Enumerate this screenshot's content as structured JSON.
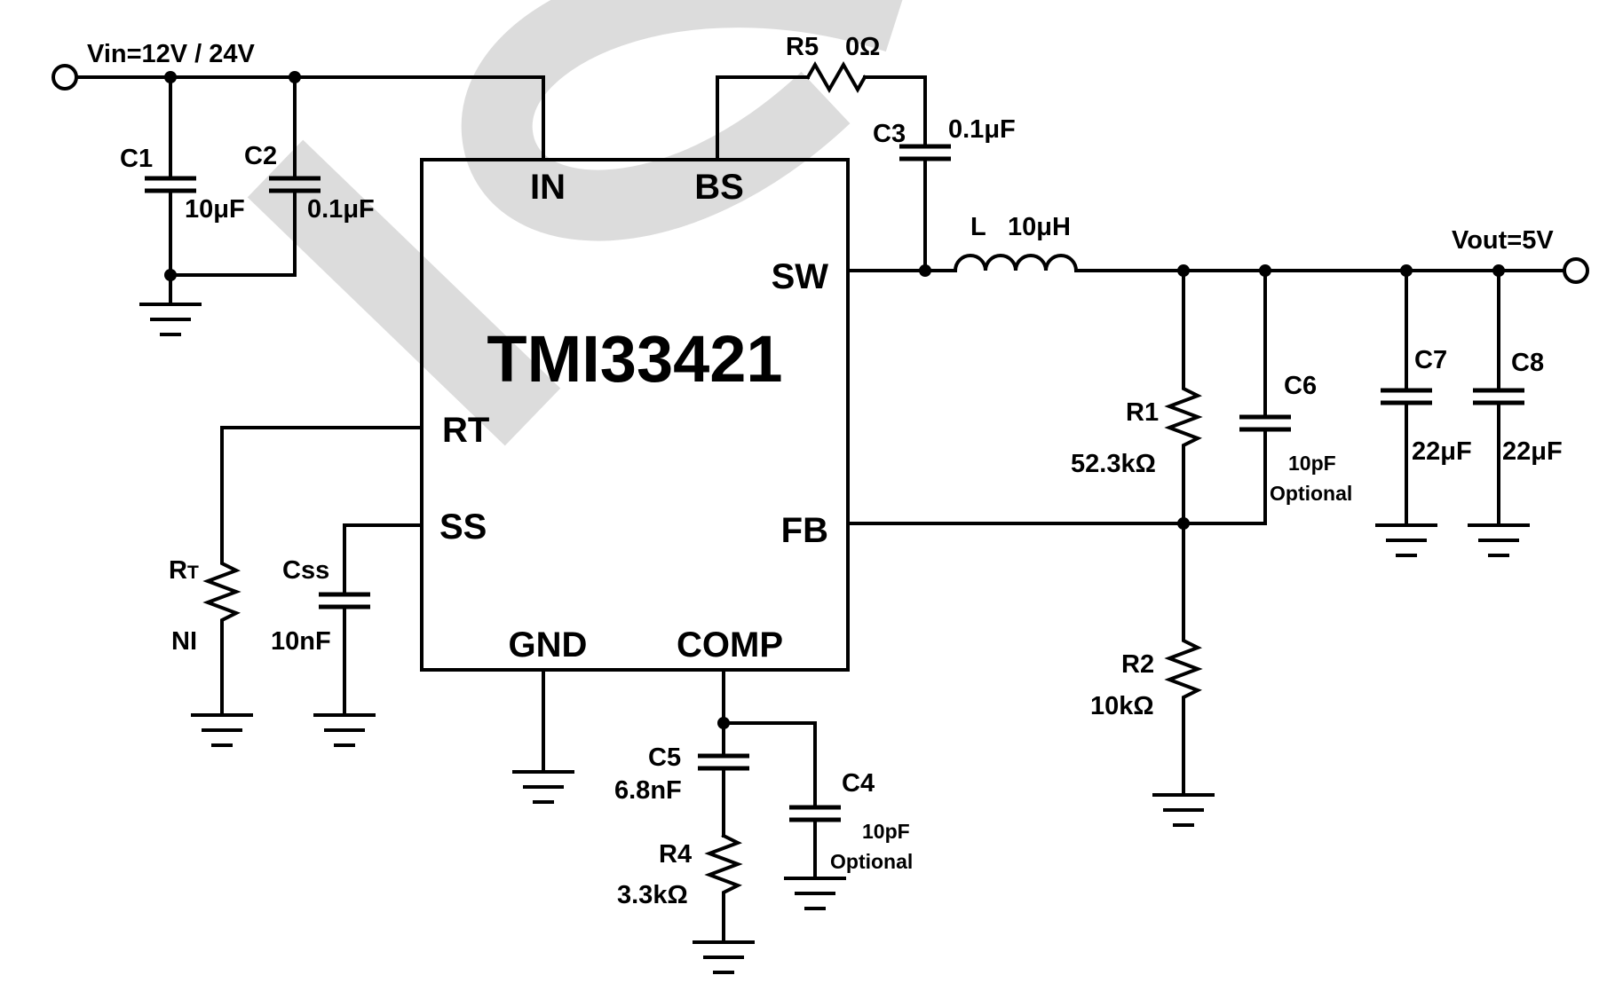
{
  "chip": {
    "name": "TMI33421",
    "pins": {
      "in": "IN",
      "bs": "BS",
      "sw": "SW",
      "rt": "RT",
      "ss": "SS",
      "fb": "FB",
      "gnd": "GND",
      "comp": "COMP"
    }
  },
  "nets": {
    "vin": "Vin=12V / 24V",
    "vout": "Vout=5V"
  },
  "components": {
    "c1": {
      "ref": "C1",
      "value": "10μF"
    },
    "c2": {
      "ref": "C2",
      "value": "0.1μF"
    },
    "r5": {
      "ref": "R5",
      "value": "0Ω"
    },
    "c3": {
      "ref": "C3",
      "value": "0.1μF"
    },
    "l": {
      "ref": "L",
      "value": "10μH"
    },
    "r1": {
      "ref": "R1",
      "value": "52.3kΩ"
    },
    "c6": {
      "ref": "C6",
      "value": "10pF",
      "note": "Optional"
    },
    "c7": {
      "ref": "C7",
      "value": "22μF"
    },
    "c8": {
      "ref": "C8",
      "value": "22μF"
    },
    "r2": {
      "ref": "R2",
      "value": "10kΩ"
    },
    "rt": {
      "ref_main": "R",
      "ref_sub": "T",
      "value": "NI"
    },
    "css": {
      "ref": "Css",
      "value": "10nF"
    },
    "c5": {
      "ref": "C5",
      "value": "6.8nF"
    },
    "r4": {
      "ref": "R4",
      "value": "3.3kΩ"
    },
    "c4": {
      "ref": "C4",
      "value": "10pF",
      "note": "Optional"
    }
  },
  "colors": {
    "line": "#000000",
    "watermark": "#dcdcdc",
    "background": "#ffffff"
  }
}
